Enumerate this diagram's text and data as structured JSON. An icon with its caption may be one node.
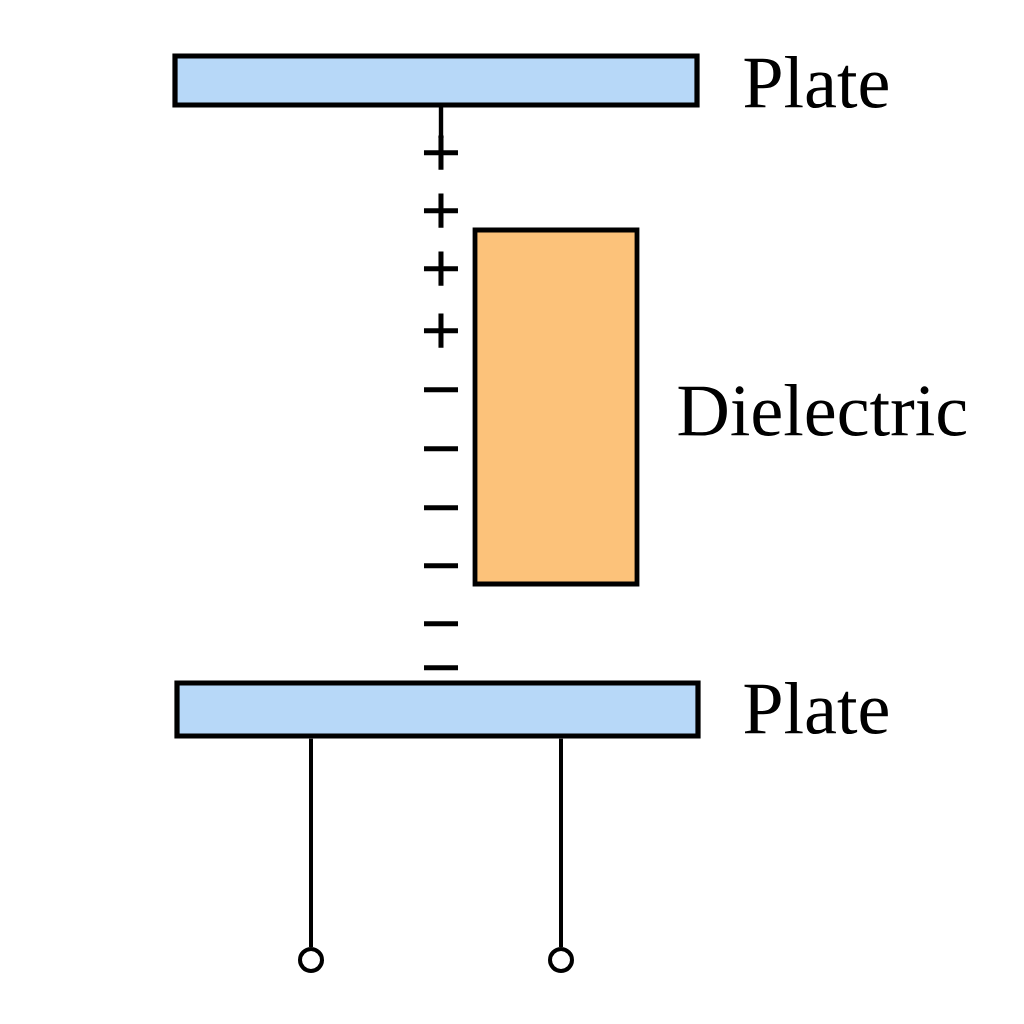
{
  "diagram": {
    "nodes": [
      {
        "text": [],
        "shape": "bar",
        "beside": [
          "Plate"
        ]
      },
      {
        "text": [],
        "shape": "box",
        "beside": [
          "Dielectric"
        ]
      },
      {
        "text": [],
        "shape": "bar",
        "beside": [
          "Plate"
        ]
      },
      {
        "text": [],
        "shape": "circle"
      },
      {
        "text": [],
        "shape": "circle"
      }
    ],
    "edges": [
      {
        "from": 2,
        "to": 3,
        "arrow": "none"
      },
      {
        "from": 2,
        "to": 4,
        "arrow": "none"
      }
    ],
    "labels": [
      "+",
      "+",
      "+",
      "+",
      "−",
      "−",
      "−",
      "−",
      "−",
      "−"
    ]
  }
}
